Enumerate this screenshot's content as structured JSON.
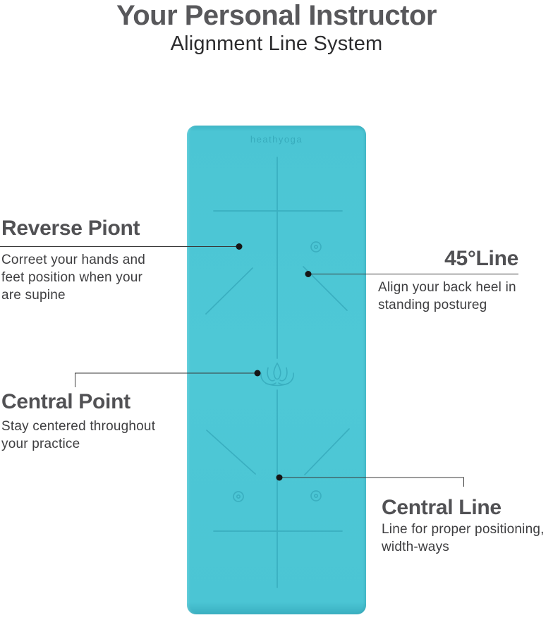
{
  "header": {
    "title": "Your Personal Instructor",
    "subtitle": "Alignment Line System"
  },
  "mat": {
    "brand_logo": "heathyoga",
    "surface_color": "#4bc5d4",
    "marking_color": "#37abbd",
    "center_icon": "lotus-icon"
  },
  "colors": {
    "title": "#58585b",
    "subtitle": "#2c2c2e",
    "callout_heading": "#515154",
    "callout_body": "#3e3e40",
    "connector": "#3a3a3a",
    "dot": "#161616"
  },
  "callouts": [
    {
      "id": "reverse-point",
      "side": "left",
      "heading": "Reverse Piont",
      "lines": [
        "Correet your hands and",
        "feet position when your",
        "are supine"
      ]
    },
    {
      "id": "45-line",
      "side": "right",
      "heading": "45°Line",
      "lines": [
        "Align your back heel in",
        "standing postureg"
      ]
    },
    {
      "id": "central-point",
      "side": "left",
      "heading": "Central Point",
      "lines": [
        "Stay centered throughout",
        "your practice"
      ]
    },
    {
      "id": "central-line",
      "side": "right",
      "heading": "Central Line",
      "lines": [
        "Line for proper positioning,",
        "width-ways"
      ]
    }
  ]
}
